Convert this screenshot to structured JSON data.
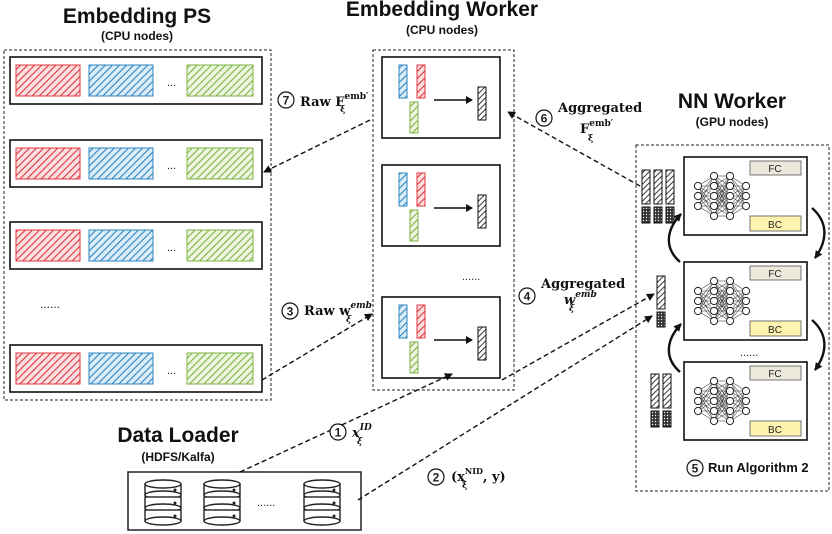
{
  "embedding_ps": {
    "title": "Embedding PS",
    "subtitle": "(CPU nodes)",
    "ellipsis": "...",
    "rows_ellipsis": "......"
  },
  "embedding_worker": {
    "title": "Embedding Worker",
    "subtitle": "(CPU nodes)",
    "ellipsis": "......"
  },
  "nn_worker": {
    "title": "NN Worker",
    "subtitle": "(GPU nodes)",
    "fc_label": "FC",
    "bc_label": "BC",
    "ellipsis": "......"
  },
  "data_loader": {
    "title": "Data Loader",
    "subtitle": "(HDFS/Kalfa)",
    "ellipsis": "......"
  },
  "steps": {
    "s1": {
      "num": "1",
      "text": "x",
      "sup": "ID",
      "sub": "ξ"
    },
    "s2": {
      "num": "2",
      "text": "(x",
      "sup": "NID",
      "sub": "ξ",
      "tail": ", y)"
    },
    "s3": {
      "num": "3",
      "text": "Raw w",
      "sup": "emb",
      "sub": "ξ"
    },
    "s4": {
      "line1": "Aggregated",
      "num": "4",
      "text": "w",
      "sup": "emb",
      "sub": "ξ"
    },
    "s5": {
      "num": "5",
      "text": "Run Algorithm 2"
    },
    "s6": {
      "line1": "Aggregated",
      "num": "6",
      "text": "F",
      "sup": "emb′",
      "sub": "ξ"
    },
    "s7": {
      "num": "7",
      "text": "Raw F",
      "sup": "emb′",
      "sub": "ξ"
    }
  },
  "colors": {
    "red": "#e0353f",
    "blue": "#2e86c1",
    "green": "#7cb342",
    "fc_fill": "#ece8dc",
    "bc_fill": "#fff3b0"
  }
}
